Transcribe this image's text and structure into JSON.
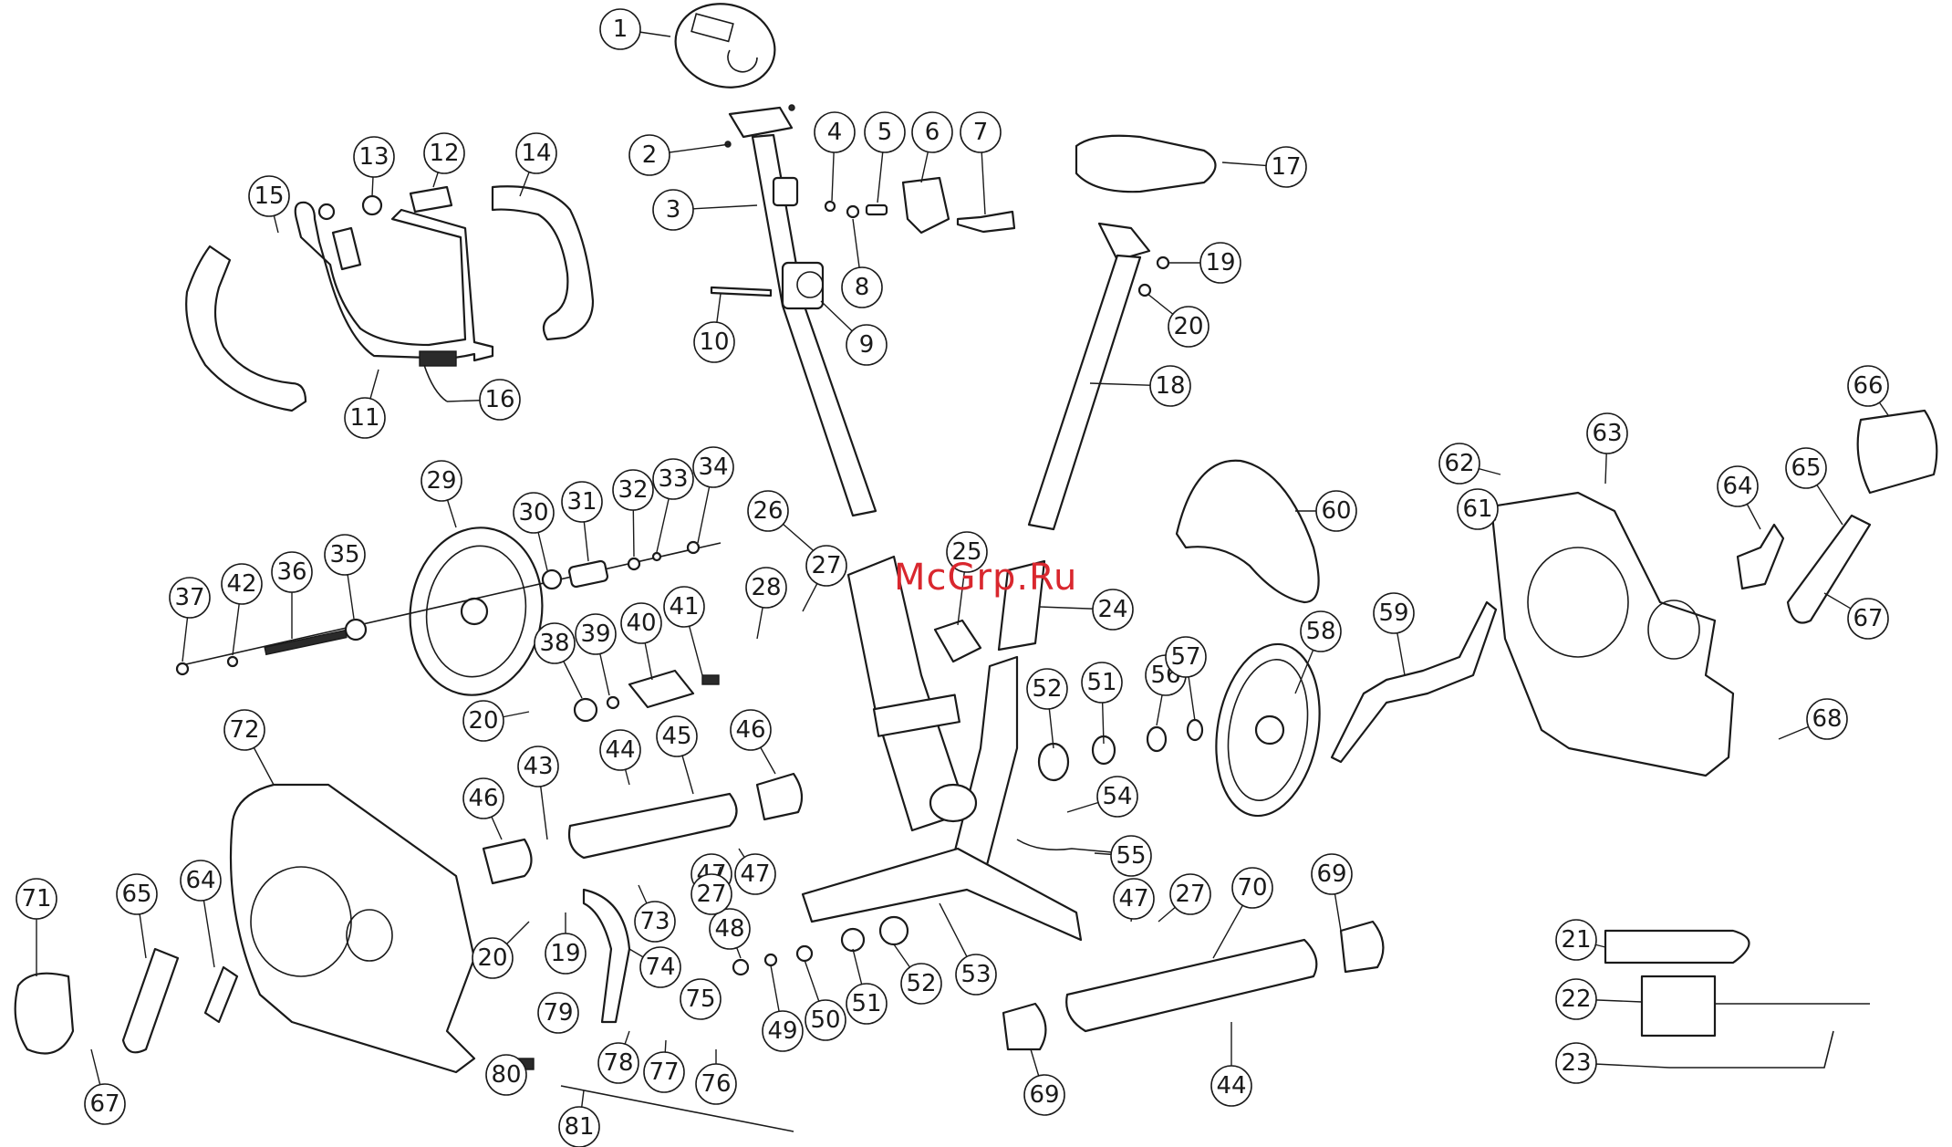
{
  "watermark": {
    "text": "McGrp.Ru",
    "color": "#d9272e"
  },
  "parts": [
    "1",
    "2",
    "3",
    "4",
    "5",
    "6",
    "7",
    "8",
    "9",
    "10",
    "11",
    "12",
    "13",
    "14",
    "15",
    "16",
    "17",
    "18",
    "19",
    "20",
    "21",
    "22",
    "23",
    "24",
    "25",
    "26",
    "27",
    "28",
    "29",
    "30",
    "31",
    "32",
    "33",
    "34",
    "35",
    "36",
    "37",
    "38",
    "39",
    "40",
    "41",
    "42",
    "43",
    "44",
    "45",
    "46",
    "47",
    "48",
    "49",
    "50",
    "51",
    "52",
    "53",
    "54",
    "55",
    "56",
    "57",
    "58",
    "59",
    "60",
    "61",
    "62",
    "63",
    "64",
    "65",
    "66",
    "67",
    "68",
    "69",
    "70",
    "71",
    "72",
    "73",
    "74",
    "75",
    "76",
    "77",
    "78",
    "79",
    "80",
    "81"
  ]
}
